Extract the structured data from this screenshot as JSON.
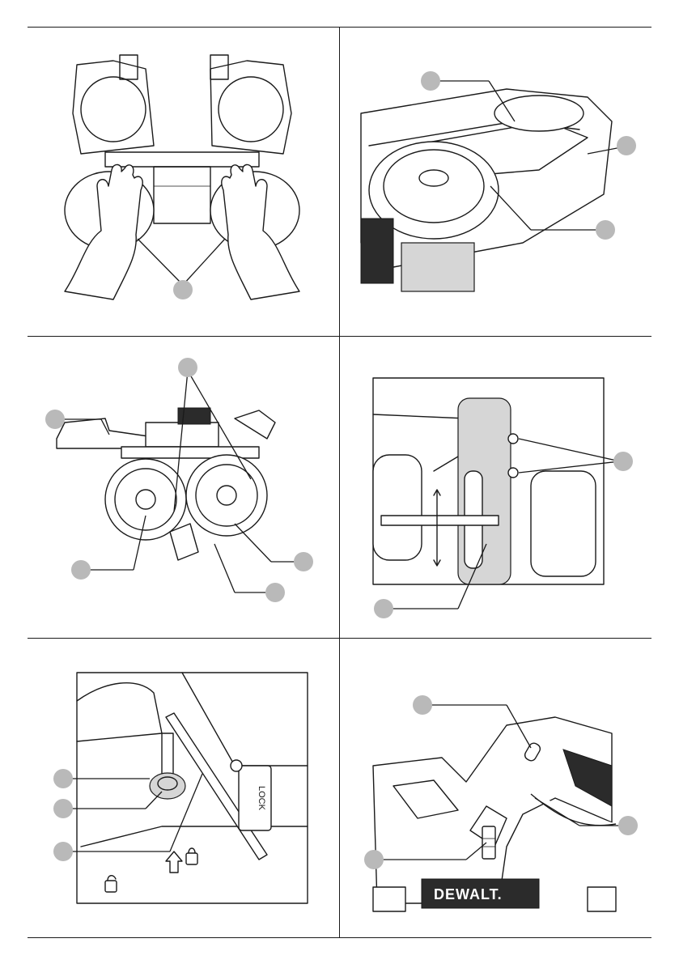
{
  "figures": [
    {
      "id": "fig-hands-on-wheels",
      "callouts": 1
    },
    {
      "id": "fig-wheel-housing-top",
      "callouts": 3
    },
    {
      "id": "fig-saw-side-view",
      "callouts": 5
    },
    {
      "id": "fig-blade-guide-slot",
      "callouts": 2
    },
    {
      "id": "fig-lock-knob-detail",
      "callouts": 3
    },
    {
      "id": "fig-handle-switch",
      "callouts": 3
    }
  ],
  "labels": {
    "brand_logo": "DEWALT.",
    "lock_plate_mark": "LOCK"
  },
  "colors": {
    "rule": "#1a1a1a",
    "callout": "#b9b9b9",
    "shade": "#d6d6d6"
  }
}
